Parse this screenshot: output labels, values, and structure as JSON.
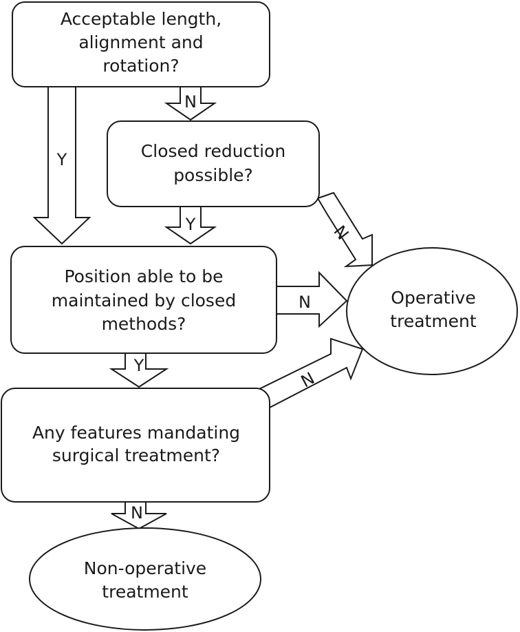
{
  "nodes": {
    "q_length": {
      "lines": [
        "Acceptable length,",
        "alignment and",
        "rotation?"
      ]
    },
    "q_closed_reduction": {
      "lines": [
        "Closed reduction",
        "possible?"
      ]
    },
    "q_maintained": {
      "lines": [
        "Position able to be",
        "maintained by closed",
        "methods?"
      ]
    },
    "q_features": {
      "lines": [
        "Any features mandating",
        "surgical treatment?"
      ]
    },
    "operative": {
      "lines": [
        "Operative",
        "treatment"
      ]
    },
    "non_operative": {
      "lines": [
        "Non-operative",
        "treatment"
      ]
    }
  },
  "arrows": {
    "length_yes": "Y",
    "length_no": "N",
    "reduction_yes": "Y",
    "reduction_no": "N",
    "maintained_no": "N",
    "maintained_yes": "Y",
    "features_no_to_operative": "N",
    "features_no_to_nonop": "N"
  }
}
